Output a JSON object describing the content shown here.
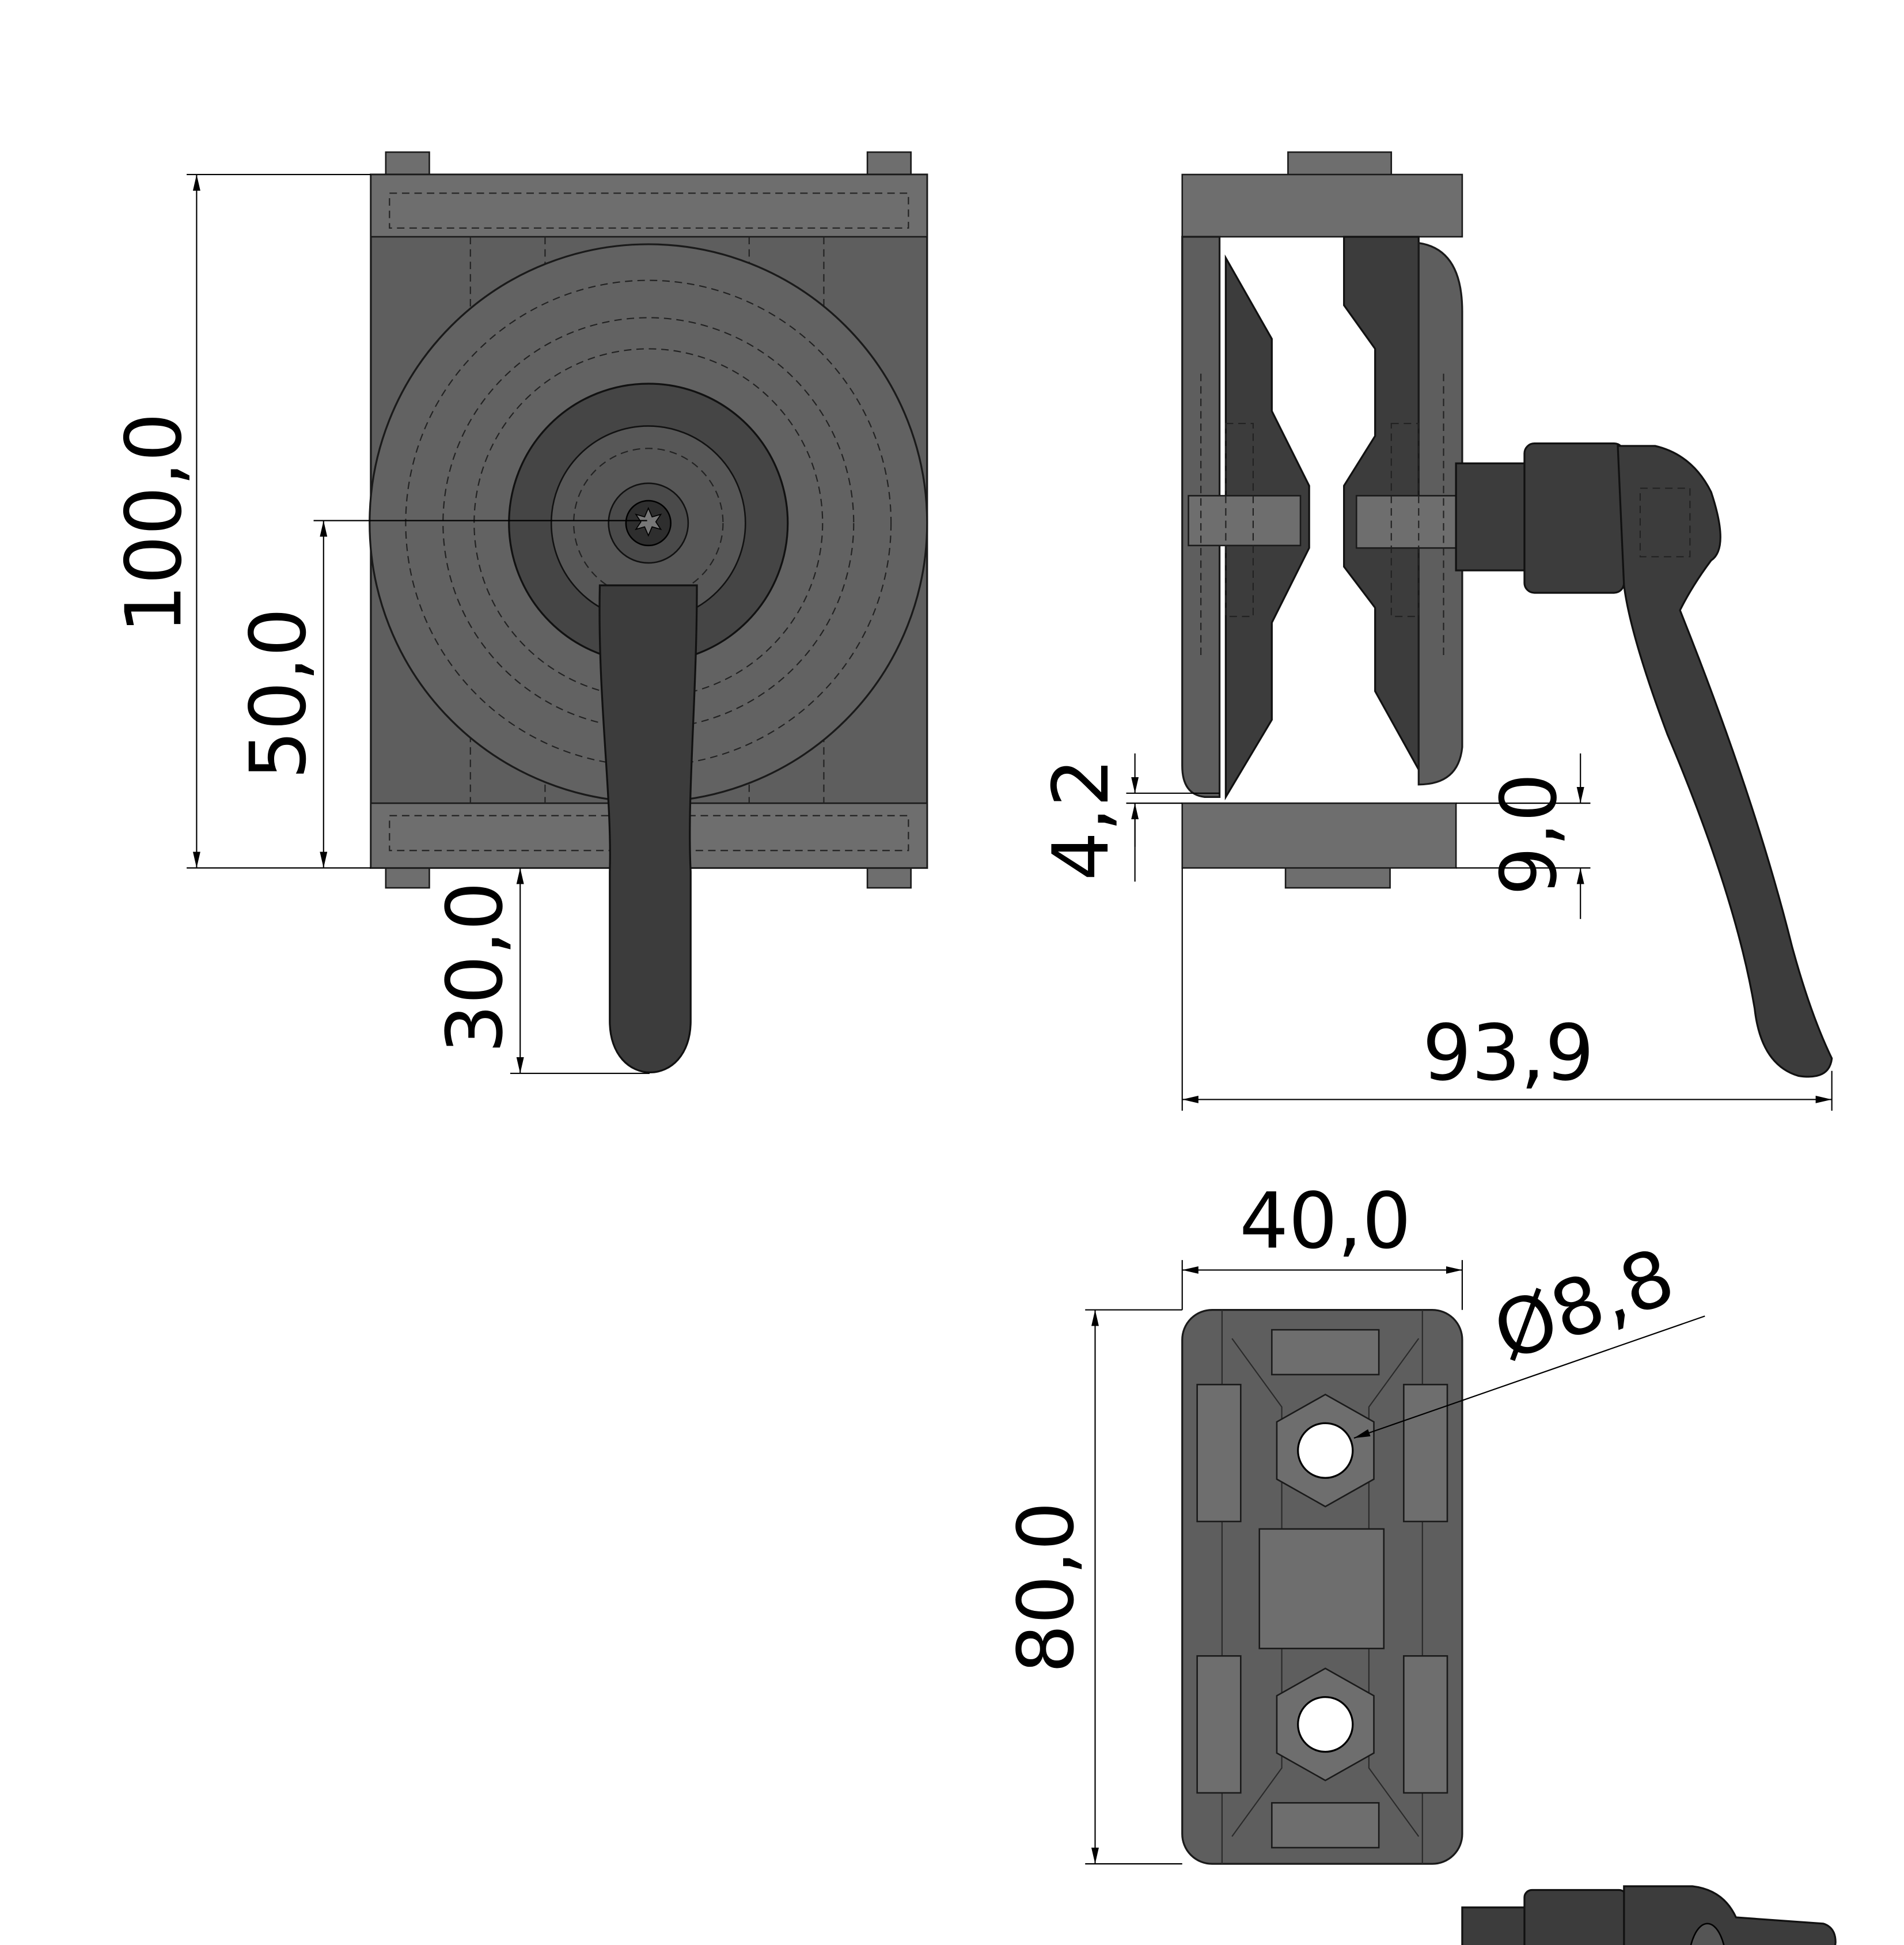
{
  "dimensions": {
    "front_height": "100,0",
    "front_center_height": "50,0",
    "front_lever_overhang": "30,0",
    "side_gap": "4,2",
    "side_base_thickness": "9,0",
    "side_total_width": "93,9",
    "bottom_width": "40,0",
    "bottom_hole_diameter": "Ø8,8",
    "bottom_length": "80,0"
  },
  "colors": {
    "part_fill": "#5e5e5e",
    "line": "#000000"
  }
}
